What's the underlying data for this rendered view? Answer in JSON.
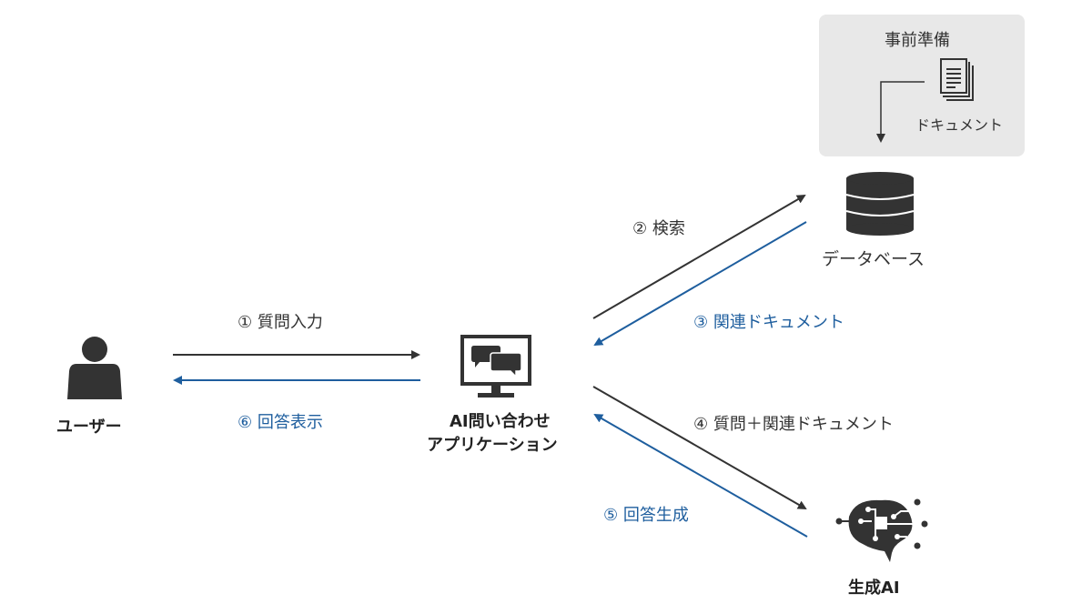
{
  "preparation": {
    "title": "事前準備",
    "document_label": "ドキュメント"
  },
  "nodes": {
    "user": "ユーザー",
    "app_line1": "AI問い合わせ",
    "app_line2": "アプリケーション",
    "database": "データベース",
    "genai": "生成AI"
  },
  "flows": [
    {
      "step": "①",
      "label": "① 質問入力",
      "color": "#333333"
    },
    {
      "step": "②",
      "label": "② 検索",
      "color": "#333333"
    },
    {
      "step": "③",
      "label": "③ 関連ドキュメント",
      "color": "#1e5e9e"
    },
    {
      "step": "④",
      "label": "④ 質問＋関連ドキュメント",
      "color": "#333333"
    },
    {
      "step": "⑤",
      "label": "⑤ 回答生成",
      "color": "#1e5e9e"
    },
    {
      "step": "⑥",
      "label": "⑥ 回答表示",
      "color": "#1e5e9e"
    }
  ],
  "colors": {
    "dark": "#333333",
    "blue": "#1e5e9e",
    "panel": "#e8e8e8"
  }
}
